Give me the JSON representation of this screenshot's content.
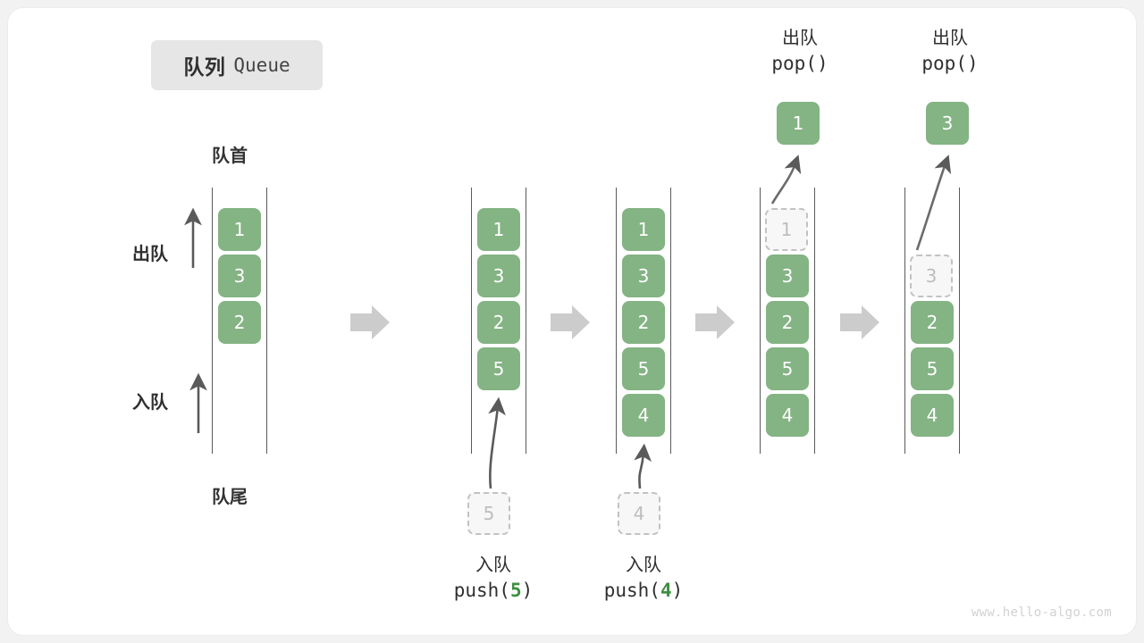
{
  "title": {
    "cn": "队列",
    "en": "Queue"
  },
  "labels": {
    "front": "队首",
    "rear": "队尾",
    "dequeue": "出队",
    "enqueue": "入队"
  },
  "colors": {
    "cell_green": "#84b384",
    "ghost_border": "#c2c2c2",
    "ghost_text": "#bdbdbd",
    "rail_line": "#5a5a5a",
    "step_arrow": "#cccccc",
    "accent_code_number": "#3e8e41",
    "badge_bg": "#e6e6e6",
    "watermark": "#d2d2d2"
  },
  "columns": [
    {
      "name": "initial",
      "cells": [
        "1",
        "3",
        "2"
      ],
      "ghost": null
    },
    {
      "name": "after-push-5",
      "cells": [
        "1",
        "3",
        "2",
        "5"
      ],
      "ghost": null
    },
    {
      "name": "after-push-4",
      "cells": [
        "1",
        "3",
        "2",
        "5",
        "4"
      ],
      "ghost": null
    },
    {
      "name": "after-pop-1",
      "cells": [
        "3",
        "2",
        "5",
        "4"
      ],
      "ghost": "1"
    },
    {
      "name": "after-pop-3",
      "cells": [
        "2",
        "5",
        "4"
      ],
      "ghost": "3"
    }
  ],
  "operations": {
    "push5": {
      "cn": "入队",
      "fn_open": "push(",
      "value": "5",
      "fn_close": ")",
      "ghost_value": "5"
    },
    "push4": {
      "cn": "入队",
      "fn_open": "push(",
      "value": "4",
      "fn_close": ")",
      "ghost_value": "4"
    },
    "pop1": {
      "cn": "出队",
      "code": "pop()",
      "popped_value": "1"
    },
    "pop3": {
      "cn": "出队",
      "code": "pop()",
      "popped_value": "3"
    }
  },
  "watermark": "www.hello-algo.com"
}
